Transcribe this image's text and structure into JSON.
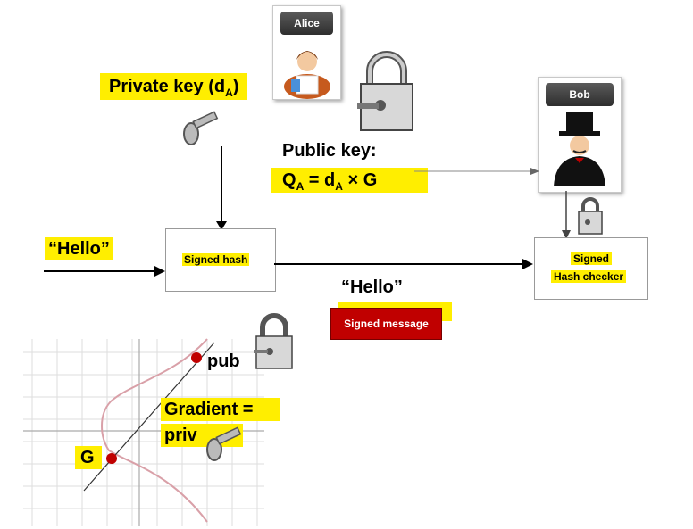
{
  "alice": {
    "label": "Alice"
  },
  "bob": {
    "label": "Bob"
  },
  "private_key": {
    "text": "Private key (d",
    "sub": "A",
    "close": ")"
  },
  "public_key": {
    "heading": "Public key:",
    "q": "Q",
    "q_sub": "A",
    "eq": " = d",
    "d_sub": "A",
    "rest": " × G"
  },
  "hello_input": "“Hello”",
  "signed_hash": "Signed hash",
  "hello_sent": "“Hello”",
  "signed_message": "Signed message",
  "checker": {
    "line1": "Signed",
    "line2": "Hash checker"
  },
  "curve": {
    "pub": "pub",
    "gradient_line1": "Gradient =",
    "gradient_line2": "priv",
    "g": "G"
  },
  "colors": {
    "highlight": "#ffee00",
    "message_box": "#c00000",
    "curve": "#d9a0a8",
    "point": "#c00000"
  }
}
